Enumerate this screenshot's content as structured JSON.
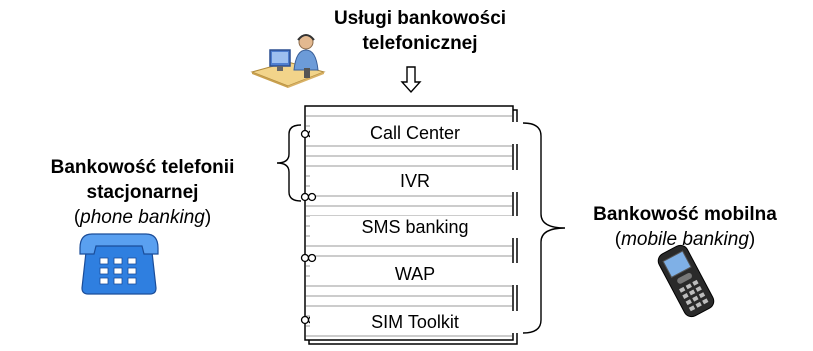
{
  "title": {
    "line1": "Usługi bankowości",
    "line2": "telefonicznej"
  },
  "left_group": {
    "line1": "Bankowość telefonii",
    "line2": "stacjonarnej",
    "line3_open": "(",
    "line3_italic": "phone banking",
    "line3_close": ")"
  },
  "right_group": {
    "line1": "Bankowość mobilna",
    "line2_open": "(",
    "line2_italic": "mobile banking",
    "line2_close": ")"
  },
  "services": [
    {
      "label": "Call Center"
    },
    {
      "label": "IVR"
    },
    {
      "label": "SMS banking"
    },
    {
      "label": "WAP"
    },
    {
      "label": "SIM Toolkit"
    }
  ],
  "icons": {
    "operator": "call-center-operator-icon",
    "arrow": "down-arrow-icon",
    "landline": "landline-phone-icon",
    "mobile": "mobile-phone-icon"
  },
  "colors": {
    "desk": "#f2d48a",
    "monitor": "#4f7fd0",
    "landline_blue": "#2f7fe0",
    "phone_dark": "#2a2a2a",
    "notebook_lines": "#9a9a9a"
  }
}
